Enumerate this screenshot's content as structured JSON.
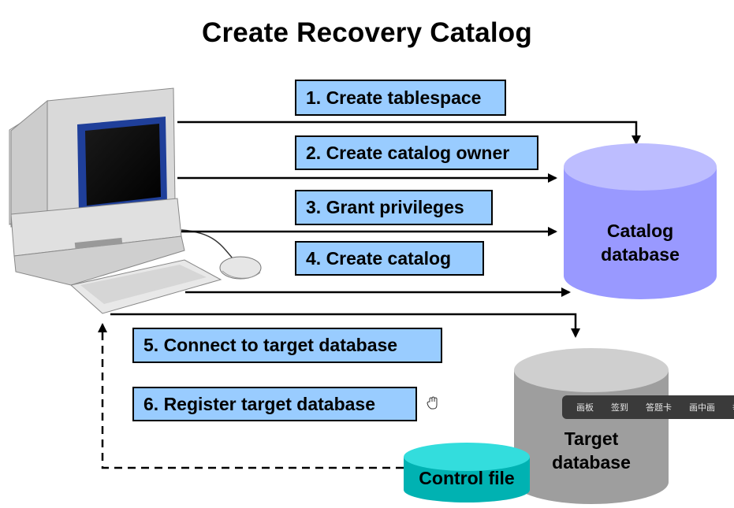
{
  "title": "Create Recovery Catalog",
  "steps": [
    {
      "label": "1. Create tablespace"
    },
    {
      "label": "2. Create catalog owner"
    },
    {
      "label": "3. Grant privileges"
    },
    {
      "label": "4. Create catalog"
    },
    {
      "label": "5. Connect to target database"
    },
    {
      "label": "6. Register target database"
    }
  ],
  "catalog_db": {
    "line1": "Catalog",
    "line2": "database",
    "color": "#9999ff"
  },
  "target_db": {
    "line1": "Target",
    "line2": "database",
    "color": "#999999"
  },
  "control_file": {
    "label": "Control file",
    "color": "#00cccc"
  },
  "step_color": "#99ccff",
  "toolbar": {
    "items": [
      "画板",
      "签到",
      "答题卡",
      "画中画",
      "举"
    ]
  }
}
